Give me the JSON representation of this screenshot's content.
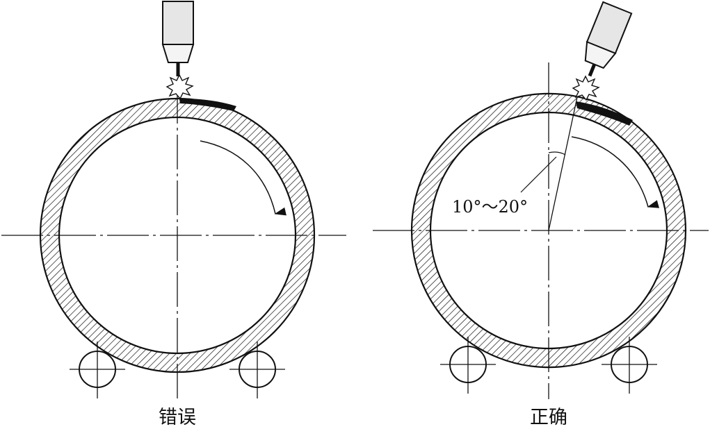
{
  "left_panel": {
    "caption": "错误"
  },
  "right_panel": {
    "caption": "正确",
    "angle_label": "10°～20°"
  }
}
